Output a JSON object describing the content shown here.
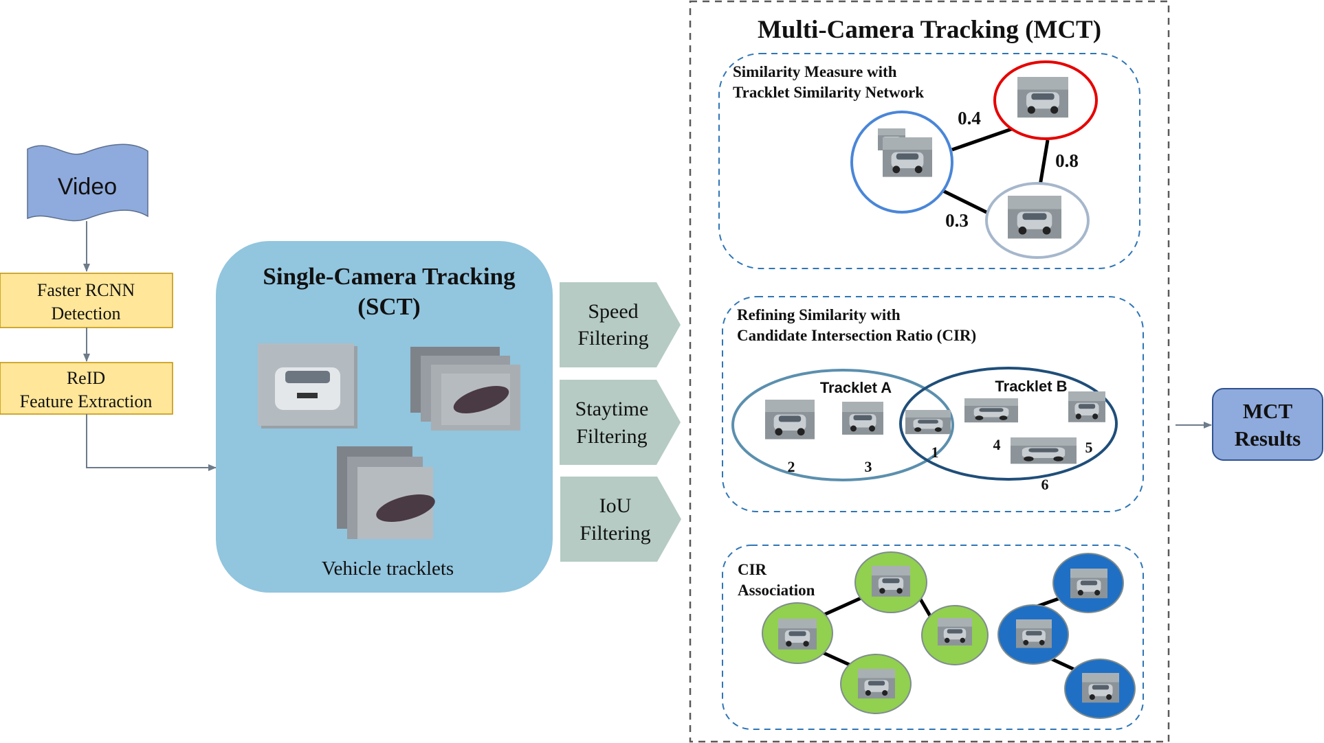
{
  "video": {
    "label": "Video"
  },
  "detection": {
    "line1": "Faster RCNN",
    "line2": "Detection"
  },
  "reid": {
    "line1": "ReID",
    "line2": "Feature Extraction"
  },
  "sct": {
    "title1": "Single-Camera Tracking",
    "title2": "(SCT)",
    "caption": "Vehicle tracklets"
  },
  "filters": [
    {
      "line1": "Speed",
      "line2": "Filtering"
    },
    {
      "line1": "Staytime",
      "line2": "Filtering"
    },
    {
      "line1": "IoU",
      "line2": "Filtering"
    }
  ],
  "mct": {
    "title": "Multi-Camera Tracking (MCT)",
    "similarity": {
      "title1": "Similarity Measure with",
      "title2": "Tracklet Similarity Network",
      "edges": [
        "0.4",
        "0.8",
        "0.3"
      ]
    },
    "refining": {
      "title1": "Refining Similarity with",
      "title2": "Candidate Intersection Ratio (CIR)",
      "set_a": "Tracklet A",
      "set_b": "Tracklet B",
      "items": [
        "1",
        "2",
        "3",
        "4",
        "5",
        "6"
      ]
    },
    "association": {
      "title1": "CIR",
      "title2": "Association"
    }
  },
  "results": {
    "line1": "MCT",
    "line2": "Results"
  },
  "colors": {
    "video_fill": "#8faadc",
    "stage_fill": "#ffe699",
    "stage_border": "#bf9000",
    "sct_fill": "#92c5de",
    "filter_fill": "#b5cbc4",
    "dash": "#2e75b6",
    "results_fill": "#8faadc",
    "node_green": "#92d050",
    "node_blue": "#1f6fc5",
    "circle_blue": "#4a86d8",
    "circle_red": "#e60000",
    "circle_gray": "#a6b7cc",
    "ellipse_a": "#5b8fae",
    "ellipse_b": "#1f4e79"
  }
}
